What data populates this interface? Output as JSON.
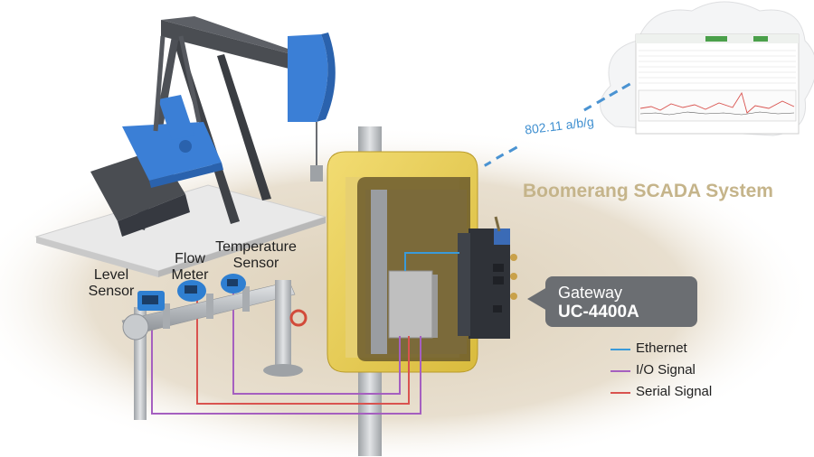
{
  "title": "Boomerang SCADA System",
  "wireless_label": "802.11 a/b/g",
  "sensors": {
    "level": [
      "Level",
      "Sensor"
    ],
    "flow": [
      "Flow",
      "Meter"
    ],
    "temperature": [
      "Temperature",
      "Sensor"
    ]
  },
  "gateway": {
    "line1": "Gateway",
    "line2": "UC-4400A"
  },
  "legend": [
    {
      "label": "Ethernet",
      "color": "#3a9ad9"
    },
    {
      "label": "I/O Signal",
      "color": "#a55fc0"
    },
    {
      "label": "Serial Signal",
      "color": "#d9534f"
    }
  ],
  "colors": {
    "pump_blue": "#3b7fd6",
    "pump_gray": "#4a4d52",
    "enclosure_yellow": "#e8cf5c",
    "ground": "#e6dcc9",
    "label_box": "#6b6e72",
    "title_gold": "#c5b48a"
  }
}
